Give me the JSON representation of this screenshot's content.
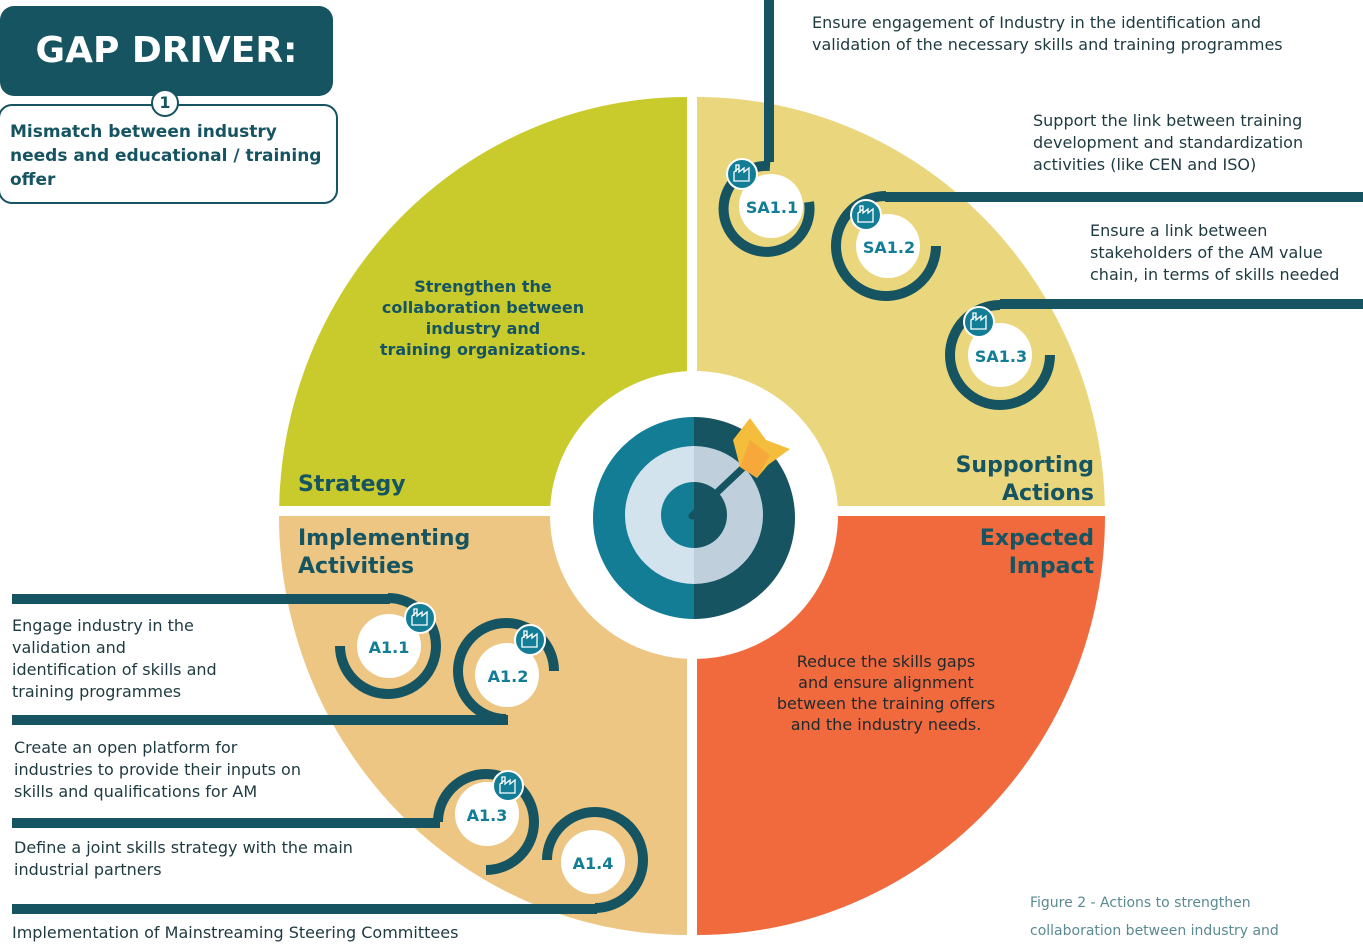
{
  "gap": {
    "title": "GAP DRIVER:",
    "number": "1",
    "description": "Mismatch between industry needs and educational / training offer"
  },
  "quadrants": {
    "strategy": {
      "label": "Strategy",
      "text": [
        "Strengthen the",
        "collaboration between",
        "industry and",
        "training organizations."
      ],
      "color": "#c9cb2d"
    },
    "supporting": {
      "label": [
        "Supporting",
        "Actions"
      ],
      "color": "#ead67c"
    },
    "implementing": {
      "label": [
        "Implementing",
        "Activities"
      ],
      "color": "#ecc682"
    },
    "impact": {
      "label": [
        "Expected",
        "Impact"
      ],
      "text": [
        "Reduce the skills gaps",
        "and ensure alignment",
        "between the training offers",
        "and the industry needs."
      ],
      "color": "#f06a3e"
    }
  },
  "supporting_actions": [
    {
      "id": "SA1.1",
      "text": [
        "Ensure engagement of Industry in the identification and",
        "validation of the necessary skills and training programmes"
      ]
    },
    {
      "id": "SA1.2",
      "text": [
        "Support the link between training",
        "development and standardization",
        "activities (like CEN and ISO)"
      ]
    },
    {
      "id": "SA1.3",
      "text": [
        "Ensure a link between",
        "stakeholders of the AM value",
        "chain, in terms of skills needed"
      ]
    }
  ],
  "implementing_activities": [
    {
      "id": "A1.1",
      "text": [
        "Engage industry in the",
        "validation and",
        "identification of skills and",
        "training programmes"
      ]
    },
    {
      "id": "A1.2",
      "text": [
        "Create an open platform for",
        "industries to provide their inputs on",
        "skills and qualifications for AM"
      ]
    },
    {
      "id": "A1.3",
      "text": [
        "Define a joint skills strategy with the main",
        "industrial partners"
      ]
    },
    {
      "id": "A1.4",
      "text": [
        "Implementation of Mainstreaming Steering Committees"
      ]
    }
  ],
  "caption": [
    "Figure 2 - Actions to strengthen",
    "collaboration between industry and"
  ],
  "colors": {
    "dark_teal": "#155460",
    "teal": "#137d96",
    "light_blue": "#d2e3ee",
    "arrow_yellow": "#f4bd3b",
    "text_dark": "#1e3a40"
  },
  "icons": [
    "factory-icon",
    "target-icon",
    "arrow-icon"
  ]
}
